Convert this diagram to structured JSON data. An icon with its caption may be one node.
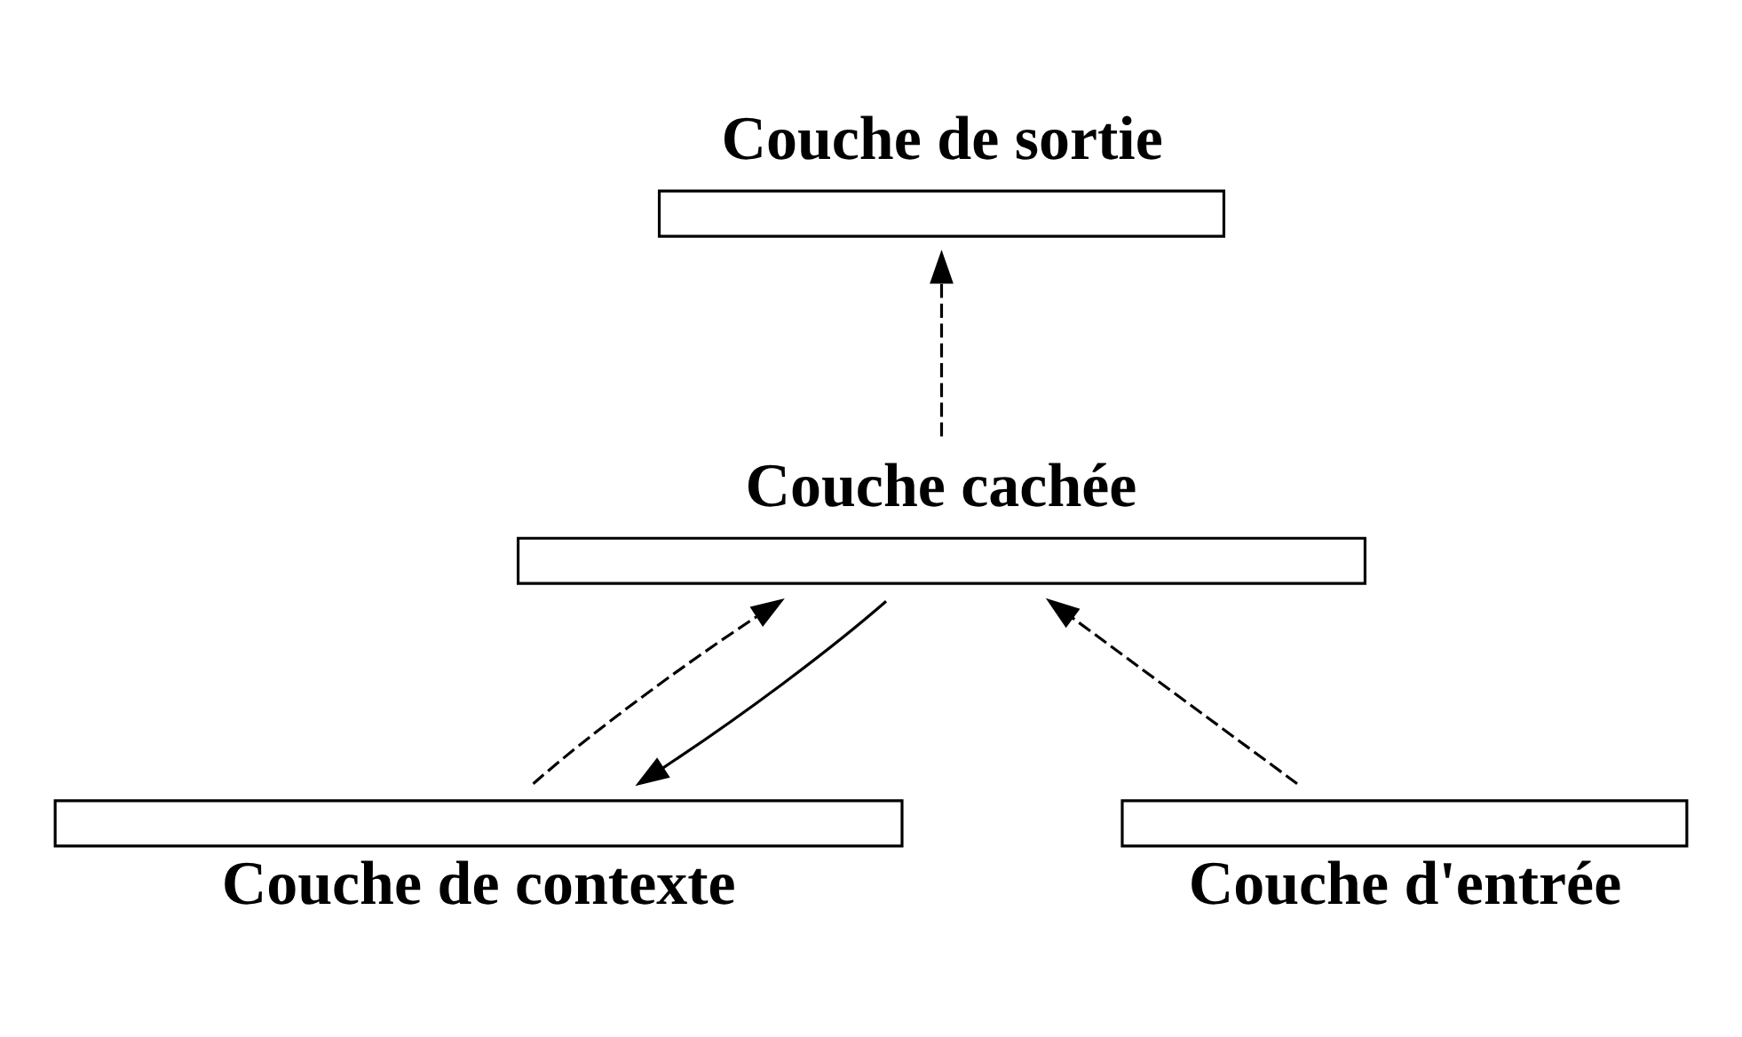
{
  "diagram": {
    "nodes": [
      {
        "text": [
          "Couche de sortie"
        ]
      },
      {
        "text": [
          "Couche cachée"
        ]
      },
      {
        "text": [
          "Couche d'entrée"
        ]
      },
      {
        "text": [
          "Couche de contexte"
        ]
      }
    ],
    "edges": [
      {
        "from": 1,
        "to": 0,
        "arrow": "to",
        "style": "dashed"
      },
      {
        "from": 2,
        "to": 1,
        "arrow": "to",
        "style": "dashed"
      },
      {
        "from": 3,
        "to": 1,
        "arrow": "to",
        "style": "dashed"
      },
      {
        "from": 1,
        "to": 3,
        "arrow": "to"
      }
    ]
  }
}
